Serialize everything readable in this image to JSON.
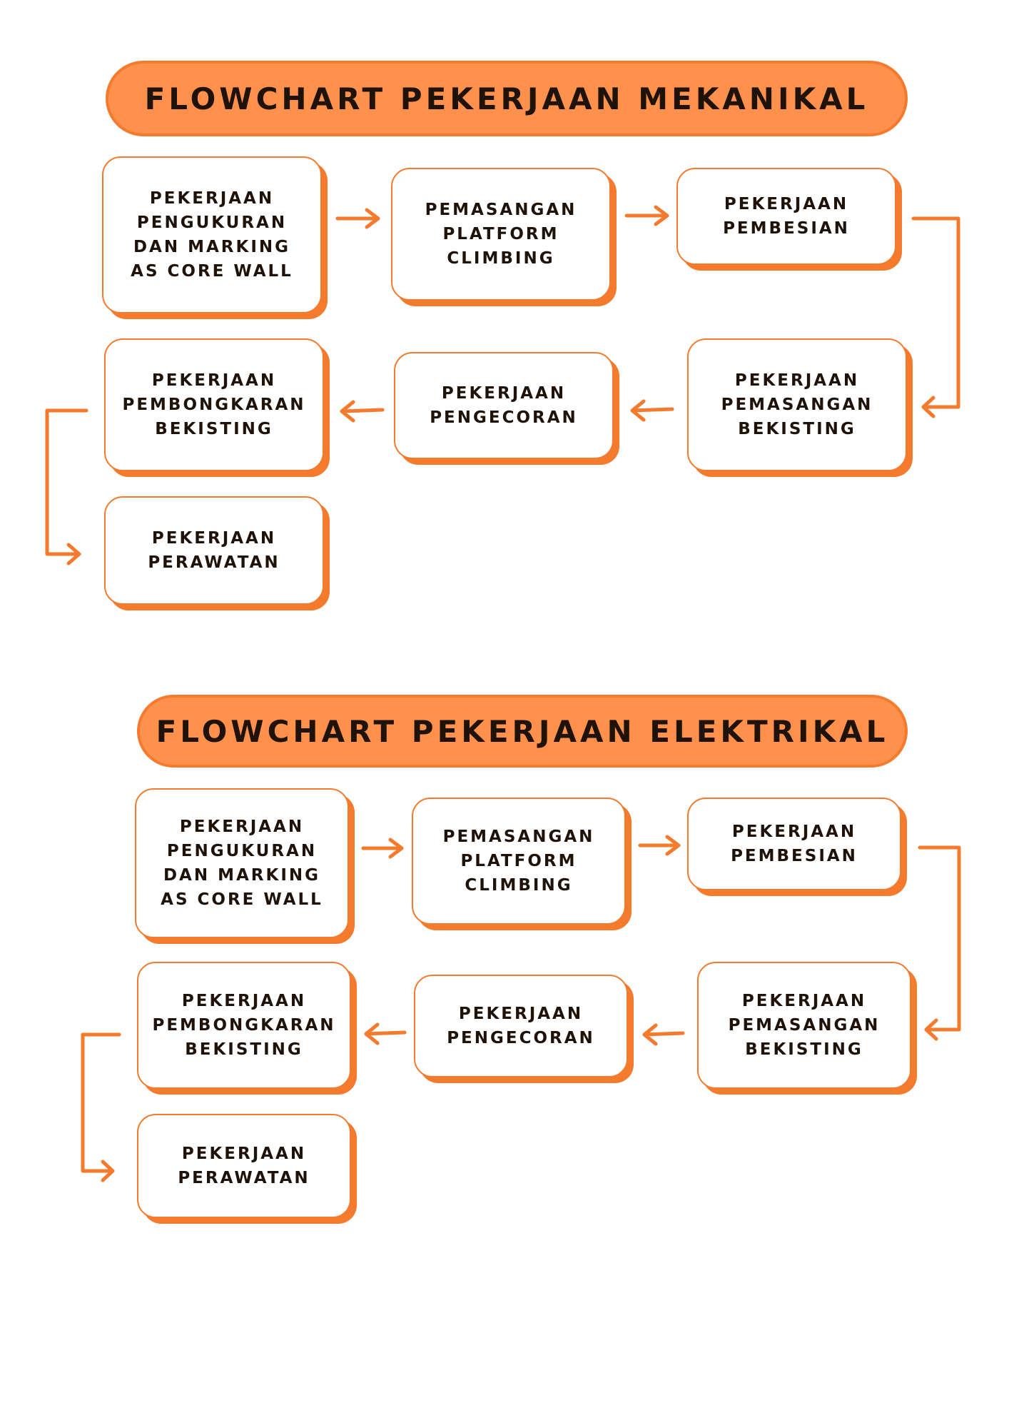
{
  "mekanikal": {
    "title": "FLOWCHART PEKERJAAN MEKANIKAL",
    "steps": [
      "PEKERJAAN\nPENGUKURAN\nDAN MARKING\nAS CORE WALL",
      "PEMASANGAN\nPLATFORM\nCLIMBING",
      "PEKERJAAN\nPEMBESIAN",
      "PEKERJAAN\nPEMASANGAN\nBEKISTING",
      "PEKERJAAN\nPENGECORAN",
      "PEKERJAAN\nPEMBONGKARAN\nBEKISTING",
      "PEKERJAAN\nPERAWATAN"
    ]
  },
  "elektrikal": {
    "title": "FLOWCHART PEKERJAAN ELEKTRIKAL",
    "steps": [
      "PEKERJAAN\nPENGUKURAN\nDAN MARKING\nAS CORE WALL",
      "PEMASANGAN\nPLATFORM\nCLIMBING",
      "PEKERJAAN\nPEMBESIAN",
      "PEKERJAAN\nPEMASANGAN\nBEKISTING",
      "PEKERJAAN\nPENGECORAN",
      "PEKERJAAN\nPEMBONGKARAN\nBEKISTING",
      "PEKERJAAN\nPERAWATAN"
    ]
  },
  "colors": {
    "accent": "#f47a2e",
    "banner_fill": "#ff914d",
    "text": "#1f1209"
  }
}
